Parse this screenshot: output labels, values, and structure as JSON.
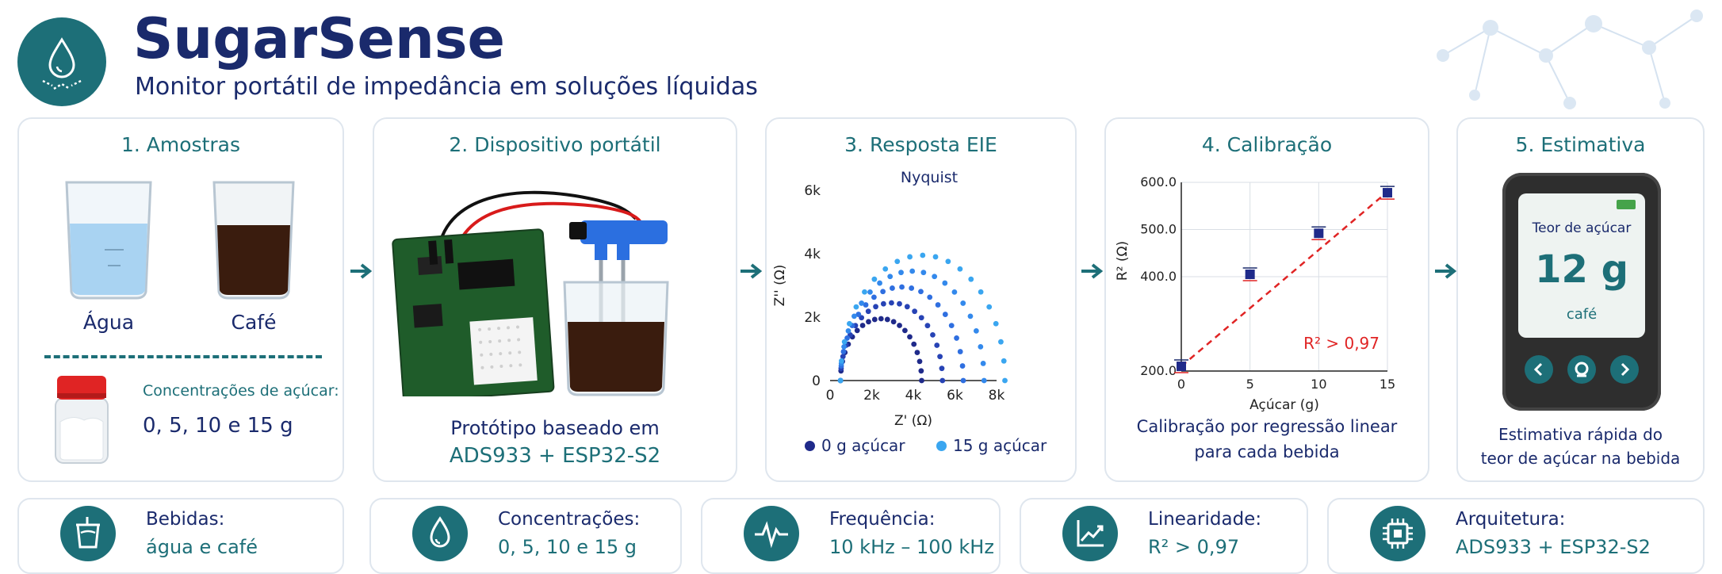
{
  "header": {
    "title": "SugarSense",
    "subtitle": "Monitor portátil de impedância em soluções líquidas"
  },
  "colors": {
    "teal": "#1d6f78",
    "navy": "#1a2a6c",
    "dark_blue": "#1f2a8a",
    "light_blue": "#3aa6f0",
    "red": "#e02424"
  },
  "panels": {
    "samples": {
      "title": "1. Amostras",
      "beaker1": "Água",
      "beaker2": "Café",
      "conc_label": "Concentrações de açúcar:",
      "conc_values": "0, 5, 10 e 15 g"
    },
    "device": {
      "title": "2. Dispositivo portátil",
      "caption1": "Protótipo baseado em",
      "caption2": "ADS933 + ESP32-S2"
    },
    "eis": {
      "title": "3. Resposta EIE",
      "legend": [
        "0 g açúcar",
        "15 g açúcar"
      ]
    },
    "calibration": {
      "title": "4. Calibração",
      "caption1": "Calibração por regressão linear",
      "caption2": "para cada bebida"
    },
    "estimate": {
      "title": "5. Estimativa",
      "screen_label": "Teor de açúcar",
      "screen_value": "12 g",
      "screen_drink": "café",
      "caption1": "Estimativa rápida do",
      "caption2": "teor de açúcar na bebida"
    }
  },
  "chart_data": [
    {
      "type": "scatter",
      "title": "Nyquist",
      "xlabel": "Z' (Ω)",
      "ylabel": "Z'' (Ω)",
      "xlim": [
        0,
        8000
      ],
      "ylim": [
        0,
        6000
      ],
      "xticks": [
        "0",
        "2k",
        "4k",
        "6k",
        "8k"
      ],
      "yticks": [
        "0",
        "2k",
        "4k",
        "6k"
      ],
      "grid": false,
      "legend_position": "bottom",
      "series": [
        {
          "name": "0 g açúcar",
          "color": "#1f2a8a",
          "center": 2450,
          "radius": 1950
        },
        {
          "color": "#2743b5",
          "center": 2950,
          "radius": 2450
        },
        {
          "color": "#2f6fe0",
          "center": 3450,
          "radius": 2950
        },
        {
          "color": "#3389ec",
          "center": 3950,
          "radius": 3450
        },
        {
          "name": "15 g açúcar",
          "color": "#3aa6f0",
          "center": 4450,
          "radius": 3950
        }
      ]
    },
    {
      "type": "scatter",
      "xlabel": "Açúcar (g)",
      "ylabel": "R² (Ω)",
      "xlim": [
        0,
        15
      ],
      "ylim": [
        200,
        600
      ],
      "xticks": [
        0,
        5,
        10,
        15
      ],
      "yticks": [
        "200.0",
        "400.0",
        "500.0",
        "600.0"
      ],
      "grid": true,
      "x": [
        0,
        5,
        10,
        15
      ],
      "y": [
        210,
        405,
        492,
        578
      ],
      "fit_line": {
        "x": [
          0,
          15
        ],
        "y": [
          210,
          580
        ]
      },
      "annotation": "R² > 0,97"
    }
  ],
  "footer": [
    {
      "label": "Bebidas:",
      "value": "água e café",
      "icon": "cup-icon"
    },
    {
      "label": "Concentrações:",
      "value": "0, 5, 10 e 15 g",
      "icon": "drop-icon"
    },
    {
      "label": "Frequência:",
      "value": "10 kHz – 100 kHz",
      "icon": "waveform-icon"
    },
    {
      "label": "Linearidade:",
      "value": "R² > 0,97",
      "icon": "trend-chart-icon"
    },
    {
      "label": "Arquitetura:",
      "value": "ADS933 + ESP32-S2",
      "icon": "chip-icon"
    }
  ]
}
